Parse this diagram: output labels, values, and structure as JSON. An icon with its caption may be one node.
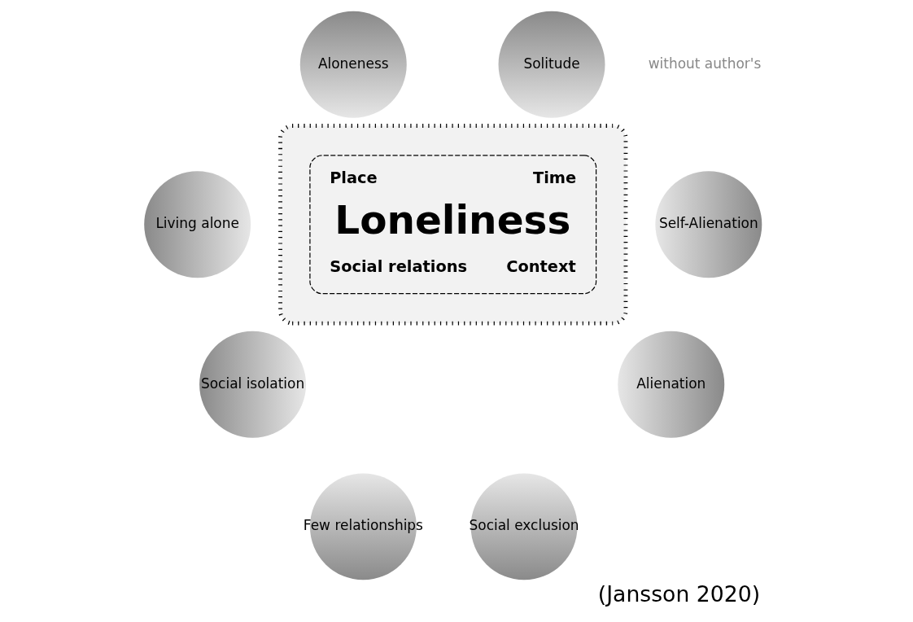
{
  "diagram": {
    "caption": "(Jansson 2020)",
    "nodes": [
      {
        "text": [],
        "shape": "box"
      },
      {
        "text": [
          "Place",
          "Time",
          "Loneliness",
          "Social relations",
          "Context"
        ],
        "in": 0
      },
      {
        "text": [
          "Aloneness"
        ]
      },
      {
        "text": [
          "Solitude"
        ]
      },
      {
        "text": [
          "Living alone"
        ]
      },
      {
        "text": [
          "Self-Alienation"
        ]
      },
      {
        "text": [
          "Social isolation"
        ]
      },
      {
        "text": [
          "Alienation"
        ]
      },
      {
        "text": [
          "Few relationships"
        ]
      },
      {
        "text": [
          "Social exclusion"
        ]
      }
    ],
    "edges": [],
    "labels": [
      "without author's"
    ]
  }
}
